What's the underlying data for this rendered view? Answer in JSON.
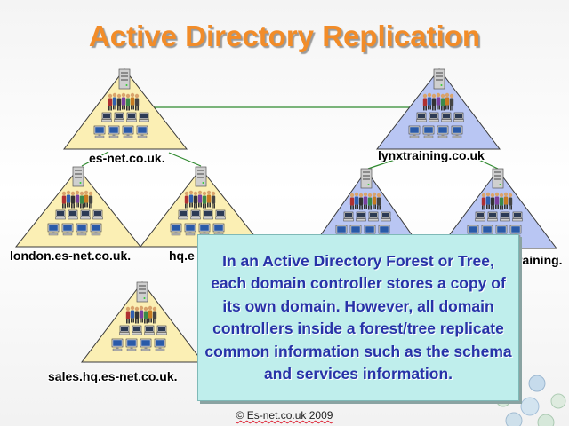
{
  "title": "Active Directory Replication",
  "domains": {
    "es_net": "es-net.co.uk.",
    "lynx": "lynxtraining.co.uk",
    "london": "london.es-net.co.uk.",
    "hq": "hq.e",
    "lynx_child": "raining.",
    "sales": "sales.hq.es-net.co.uk."
  },
  "callout": {
    "text": "In an Active Directory Forest or Tree, each domain controller stores a copy of its own domain. However, all domain controllers inside a forest/tree replicate common information such as the schema and services information."
  },
  "footer": {
    "text": "© Es-net.co.uk 2009"
  },
  "colors": {
    "title": "#f28c28",
    "tree_yellow": "#fbefb4",
    "tree_blue": "#b9c6f3",
    "callout_bg": "#bfeeec",
    "callout_text": "#2733a8",
    "link_line": "#2f8a2f"
  }
}
